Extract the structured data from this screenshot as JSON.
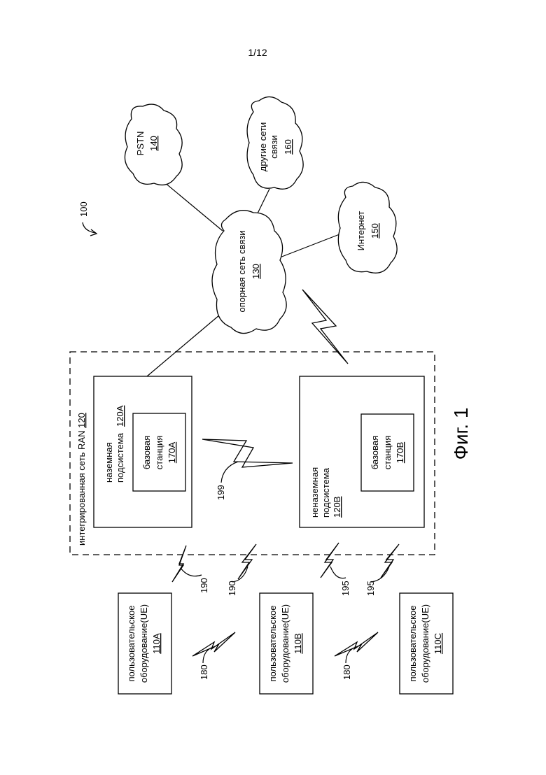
{
  "page_number": "1/12",
  "figure_caption": "Фиг. 1",
  "system_ref": "100",
  "ran": {
    "label": "интегрированная сеть RAN ",
    "ref": "120"
  },
  "terrestrial": {
    "line1": "наземная",
    "line2": "подсистема",
    "ref": "120A"
  },
  "bs_a": {
    "line1": "базовая",
    "line2": "станция",
    "ref": "170A"
  },
  "non_terrestrial": {
    "line1": "неназемная",
    "line2": "подсистема",
    "ref": "120B"
  },
  "bs_b": {
    "line1": "базовая",
    "line2": "станция",
    "ref": "170B"
  },
  "core": {
    "label": "опорная сеть связи",
    "ref": "130"
  },
  "pstn": {
    "label": "PSTN",
    "ref": "140"
  },
  "internet": {
    "label": "Интернет",
    "ref": "150"
  },
  "other": {
    "line1": "другие сети",
    "line2": "связи",
    "ref": "160"
  },
  "ue_a": {
    "line1": "пользовательское",
    "line2": "оборудование(UE)",
    "ref": "110A"
  },
  "ue_b": {
    "line1": "пользовательское",
    "line2": "оборудование(UE)",
    "ref": "110B"
  },
  "ue_c": {
    "line1": "пользовательское",
    "line2": "оборудование(UE)",
    "ref": "110C"
  },
  "links": {
    "l199": "199",
    "l190a": "190",
    "l190b": "190",
    "l195a": "195",
    "l195b": "195",
    "l180a": "180",
    "l180b": "180"
  }
}
